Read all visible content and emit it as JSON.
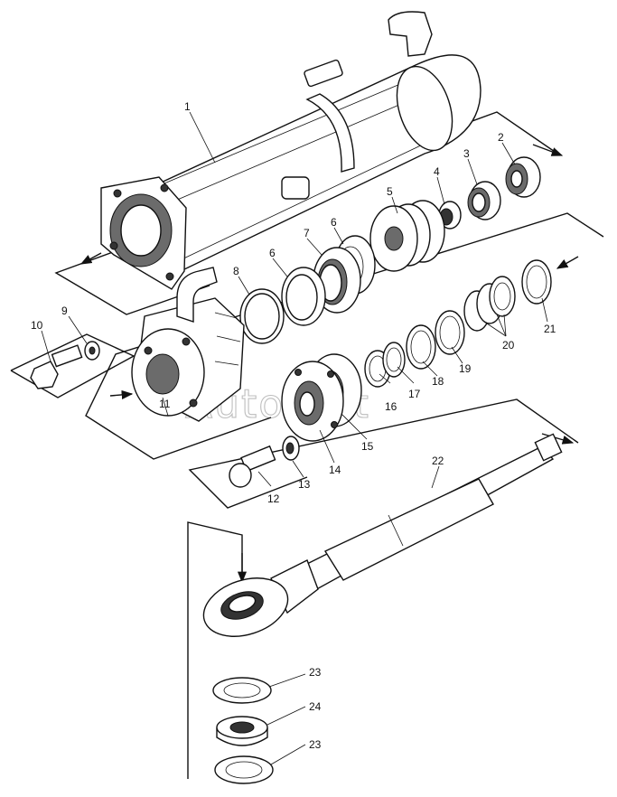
{
  "watermark": "AutoSoft",
  "callouts": {
    "c1": "1",
    "c2": "2",
    "c3": "3",
    "c4": "4",
    "c5": "5",
    "c6a": "6",
    "c6b": "6",
    "c7": "7",
    "c8": "8",
    "c9": "9",
    "c10": "10",
    "c11": "11",
    "c12": "12",
    "c13": "13",
    "c14": "14",
    "c15": "15",
    "c16": "16",
    "c17": "17",
    "c18": "18",
    "c19": "19",
    "c20": "20",
    "c21": "21",
    "c22": "22",
    "c23a": "23",
    "c24": "24",
    "c23b": "23"
  }
}
